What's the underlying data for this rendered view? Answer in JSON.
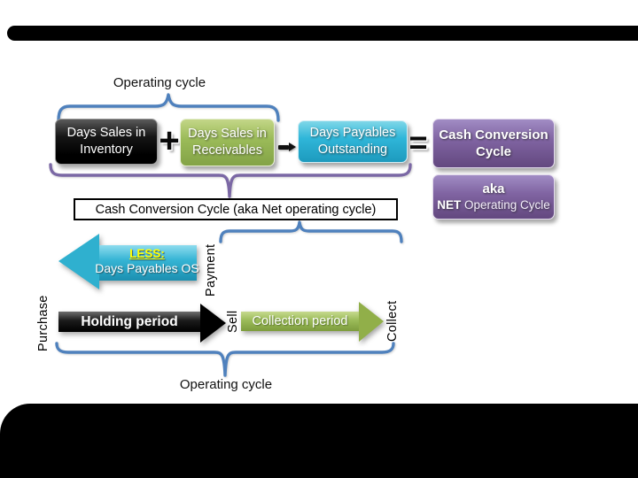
{
  "slide": {
    "background": "#ffffff",
    "top_stripe_color": "#000000",
    "bottom_band_color": "#000000"
  },
  "header": {
    "operating_cycle_label": "Operating cycle"
  },
  "formula": {
    "dsi_label": "Days Sales in Inventory",
    "plus": "+",
    "dsr_label": "Days Sales in Receivables",
    "minus": "−",
    "dpo_label": "Days Payables Outstanding",
    "equals": "=",
    "ccc_label": "Cash Conversion Cycle",
    "aka_label": "aka",
    "net_bold": "NET",
    "net_rest": " Operating Cycle"
  },
  "caption": {
    "text": "Cash Conversion Cycle (aka Net operating cycle)"
  },
  "timeline": {
    "less_title": "LESS:",
    "less_subtitle": "Days Payables OS",
    "holding_label": "Holding period",
    "collection_label": "Collection period",
    "milestones": {
      "purchase": "Purchase",
      "payment": "Payment",
      "sell": "Sell",
      "collect": "Collect"
    },
    "operating_cycle_label": "Operating cycle"
  },
  "colors": {
    "brace_blue": "#4f81bd",
    "brace_purple": "#7b68a5",
    "box_black": "#000000",
    "box_green": "#9bbb59",
    "box_cyan": "#2fb6d9",
    "box_purple": "#8064a2",
    "less_yellow": "#ffff00",
    "arrow_cyan": "#2fb0cf",
    "text_white": "#ffffff",
    "text_black": "#1a1a1a"
  }
}
